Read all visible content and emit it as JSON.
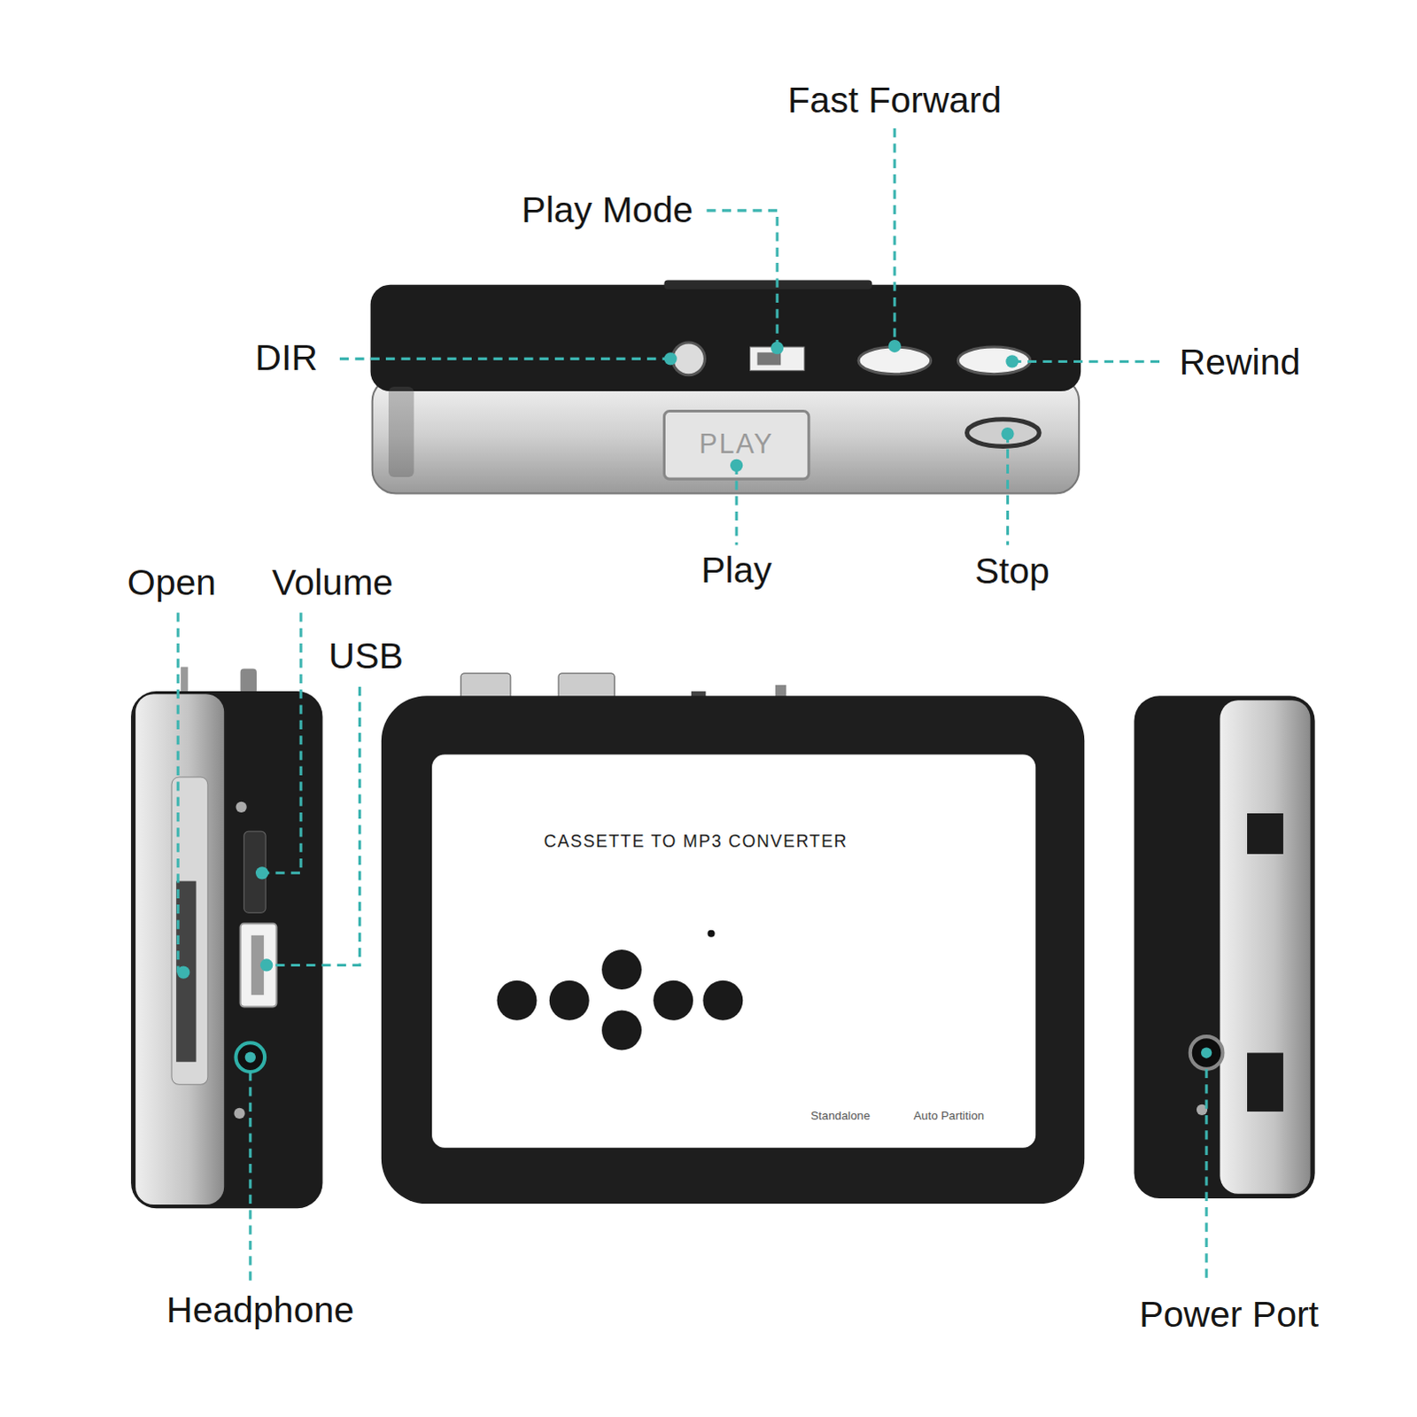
{
  "diagram": {
    "labels": [
      "Fast Forward",
      "Play Mode",
      "DIR",
      "Rewind",
      "PLAY",
      "Play",
      "Stop",
      "Open",
      "Volume",
      "USB",
      "CASSETTE TO MP3 CONVERTER",
      "Standalone",
      "Auto Partition",
      "Headphone",
      "Power Port"
    ]
  }
}
